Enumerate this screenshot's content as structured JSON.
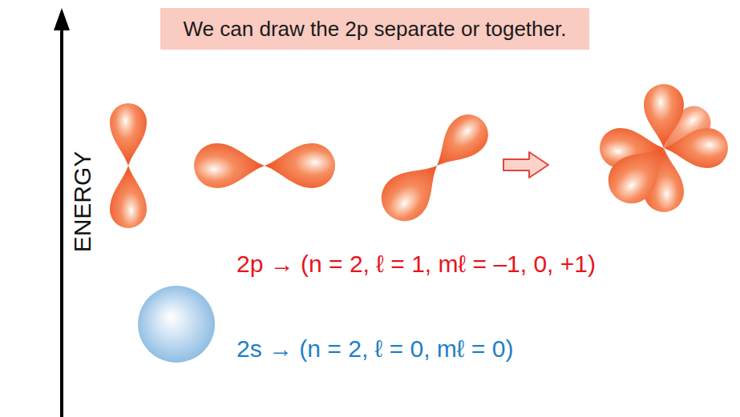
{
  "diagram": {
    "nodes": [
      {
        "text": [
          "We can draw the 2p separate or together."
        ]
      }
    ],
    "labels": [
      "ENERGY",
      "2p → (n = 2, ℓ = 1, mℓ = –1, 0, +1)",
      "2s → (n = 2, ℓ = 0, mℓ = 0)"
    ]
  }
}
